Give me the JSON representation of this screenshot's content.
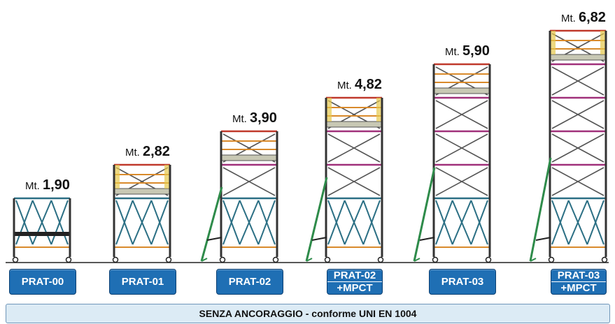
{
  "prefix": "Mt.",
  "models": [
    {
      "id": "PRAT-00",
      "label_lines": [
        "PRAT-00"
      ],
      "height": "1,90",
      "upper_sections": 0,
      "outrigger": false
    },
    {
      "id": "PRAT-01",
      "label_lines": [
        "PRAT-01"
      ],
      "height": "2,82",
      "upper_sections": 1,
      "outrigger": false
    },
    {
      "id": "PRAT-02",
      "label_lines": [
        "PRAT-02"
      ],
      "height": "3,90",
      "upper_sections": 2,
      "outrigger": true
    },
    {
      "id": "PRAT-02 +MPCT",
      "label_lines": [
        "PRAT-02",
        "+MPCT"
      ],
      "height": "4,82",
      "upper_sections": 3,
      "outrigger": true
    },
    {
      "id": "PRAT-03",
      "label_lines": [
        "PRAT-03"
      ],
      "height": "5,90",
      "upper_sections": 4,
      "outrigger": true
    },
    {
      "id": "PRAT-03 +MPCT",
      "label_lines": [
        "PRAT-03",
        "+MPCT"
      ],
      "height": "6,82",
      "upper_sections": 5,
      "outrigger": true
    }
  ],
  "footer": {
    "text": "SENZA ANCORAGGIO - conforme UNI EN 1004"
  },
  "colors": {
    "frame": "#333333",
    "base_cross": "#2b6f84",
    "upper_cross": "#555555",
    "red_rail": "#c0392b",
    "orange_rail": "#d98a2b",
    "yellow_rail": "#e6c84a",
    "magenta_rail": "#a0307a",
    "platform": "#c8c8b4",
    "outrigger": "#2e8b4a",
    "button": "#1f6fb4"
  }
}
